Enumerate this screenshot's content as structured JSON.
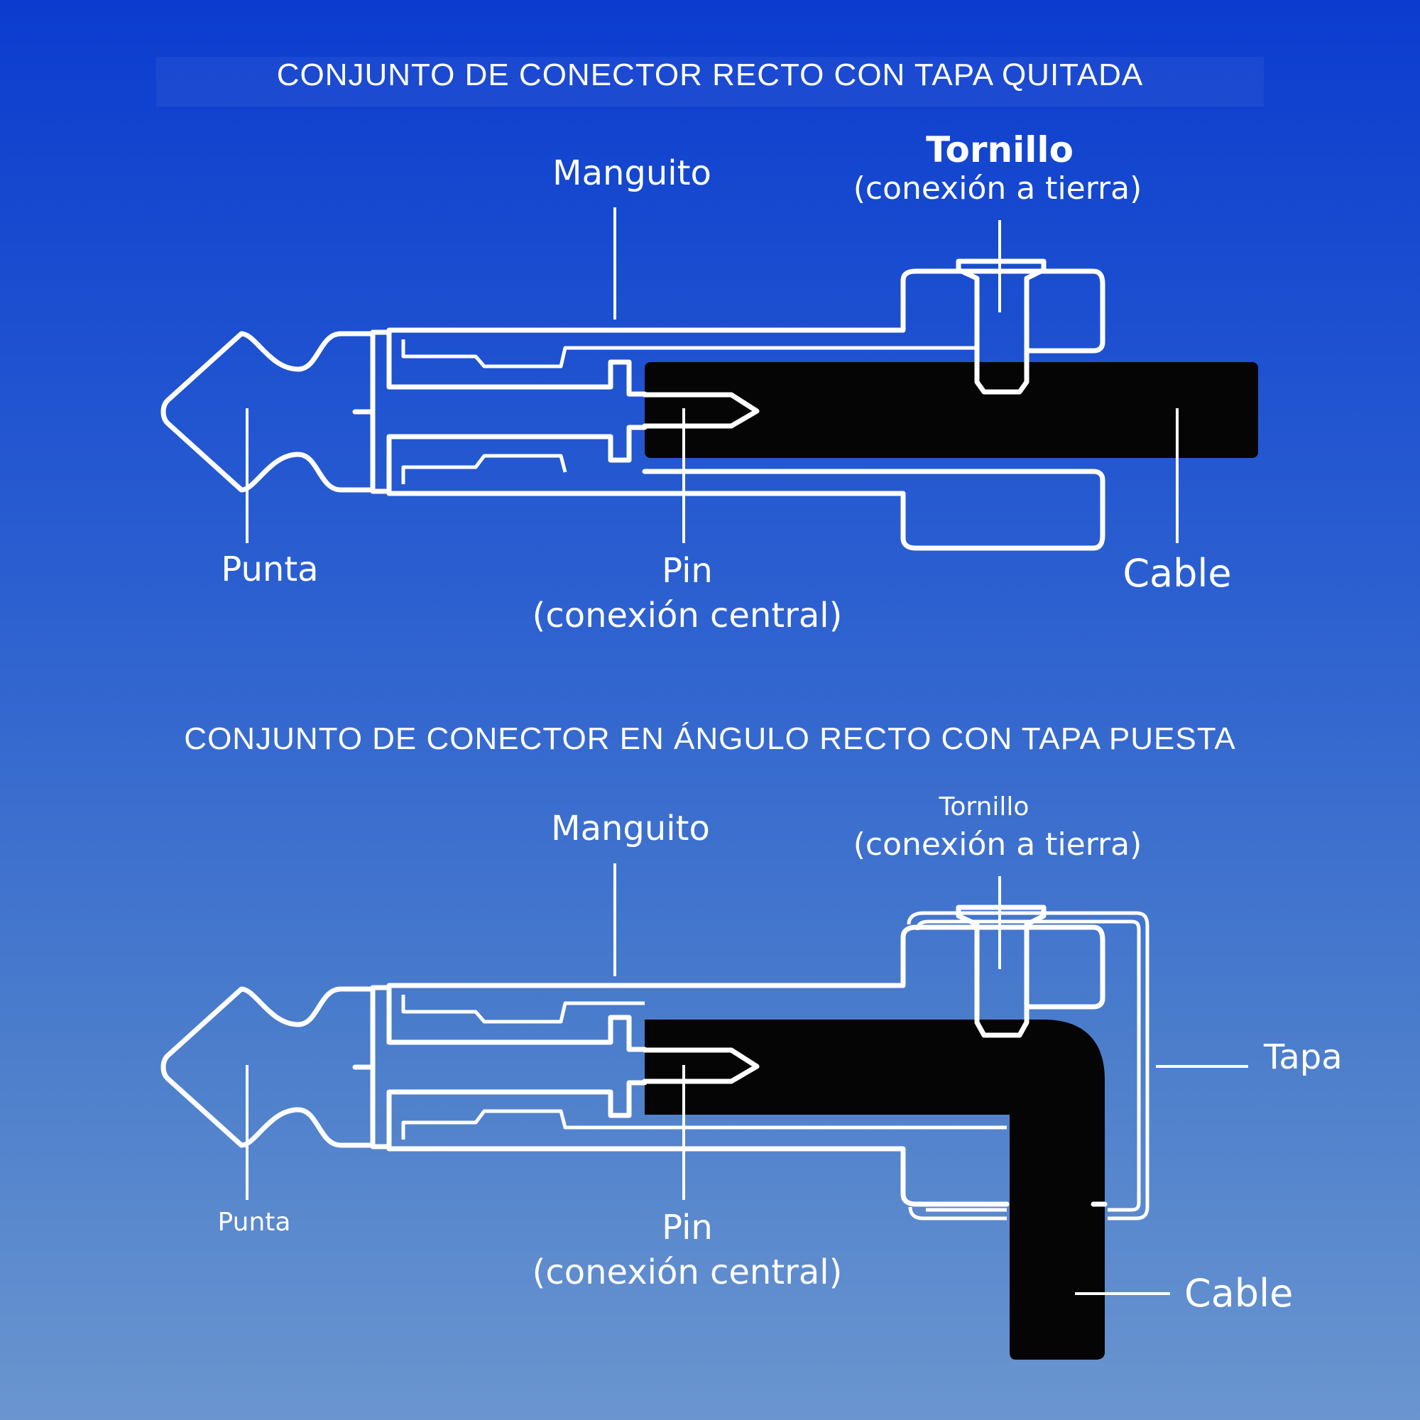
{
  "top": {
    "title": "CONJUNTO DE CONECTOR RECTO CON TAPA QUITADA",
    "manguito": "Manguito",
    "tornillo": "Tornillo",
    "tornillo_sub": "(conexión a tierra)",
    "punta": "Punta",
    "pin": "Pin",
    "pin_sub": "(conexión central)",
    "cable": "Cable"
  },
  "bottom": {
    "title": "CONJUNTO DE CONECTOR EN ÁNGULO RECTO CON TAPA PUESTA",
    "manguito": "Manguito",
    "tornillo": "Tornillo",
    "tornillo_sub": "(conexión a tierra)",
    "tapa": "Tapa",
    "punta": "Punta",
    "pin": "Pin",
    "pin_sub": "(conexión central)",
    "cable": "Cable"
  },
  "colors": {
    "background_top": "#0b3ccf",
    "background_bottom": "#6a95cf",
    "outline": "#ffffff",
    "cable": "#050505"
  }
}
